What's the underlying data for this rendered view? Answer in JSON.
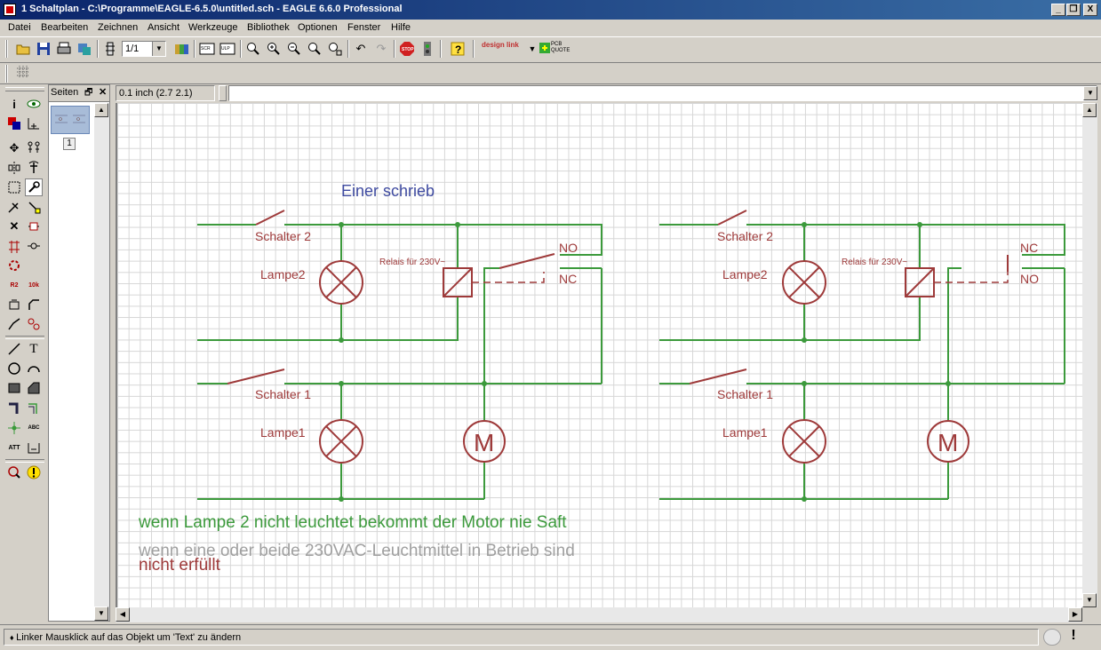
{
  "window": {
    "title": "1 Schaltplan - C:\\Programme\\EAGLE-6.5.0\\untitled.sch - EAGLE 6.6.0 Professional",
    "minimize": "_",
    "restore": "❐",
    "close": "X"
  },
  "menu": [
    "Datei",
    "Bearbeiten",
    "Zeichnen",
    "Ansicht",
    "Werkzeuge",
    "Bibliothek",
    "Optionen",
    "Fenster",
    "Hilfe"
  ],
  "toolbar": {
    "sheet_select": "1/1",
    "designlink_label": "design link",
    "pcb_quote_label": "PCB QUOTE"
  },
  "pages_panel": {
    "title": "Seiten",
    "page_number": "1"
  },
  "coord_display": "0.1 inch (2.7 2.1)",
  "command_line": "",
  "schematic": {
    "heading": "Einer schrieb",
    "left": {
      "schalter2": "Schalter 2",
      "schalter1": "Schalter 1",
      "lampe2": "Lampe2",
      "lampe1": "Lampe1",
      "relais": "Relais für 230V~",
      "contact_top": "NO",
      "contact_bottom": "NC",
      "motor": "M"
    },
    "right": {
      "schalter2": "Schalter 2",
      "schalter1": "Schalter 1",
      "lampe2": "Lampe2",
      "lampe1": "Lampe1",
      "relais": "Relais für 230V~",
      "contact_top": "NC",
      "contact_bottom": "NO",
      "motor": "M"
    },
    "note_green": "wenn Lampe 2 nicht leuchtet bekommt der Motor nie Saft",
    "note_grey": "wenn eine oder beide 230VAC-Leuchtmittel in Betrieb sind",
    "note_red": "nicht erfüllt"
  },
  "colors": {
    "wire": "#3c9a3c",
    "symbol": "#9e3a3a",
    "heading_text": "#3e4aa0",
    "note_green": "#3c9a3c",
    "note_grey": "#a0a0a0",
    "note_red": "#9e3a3a"
  },
  "status": "Linker Mausklick auf das Objekt um 'Text' zu ändern"
}
